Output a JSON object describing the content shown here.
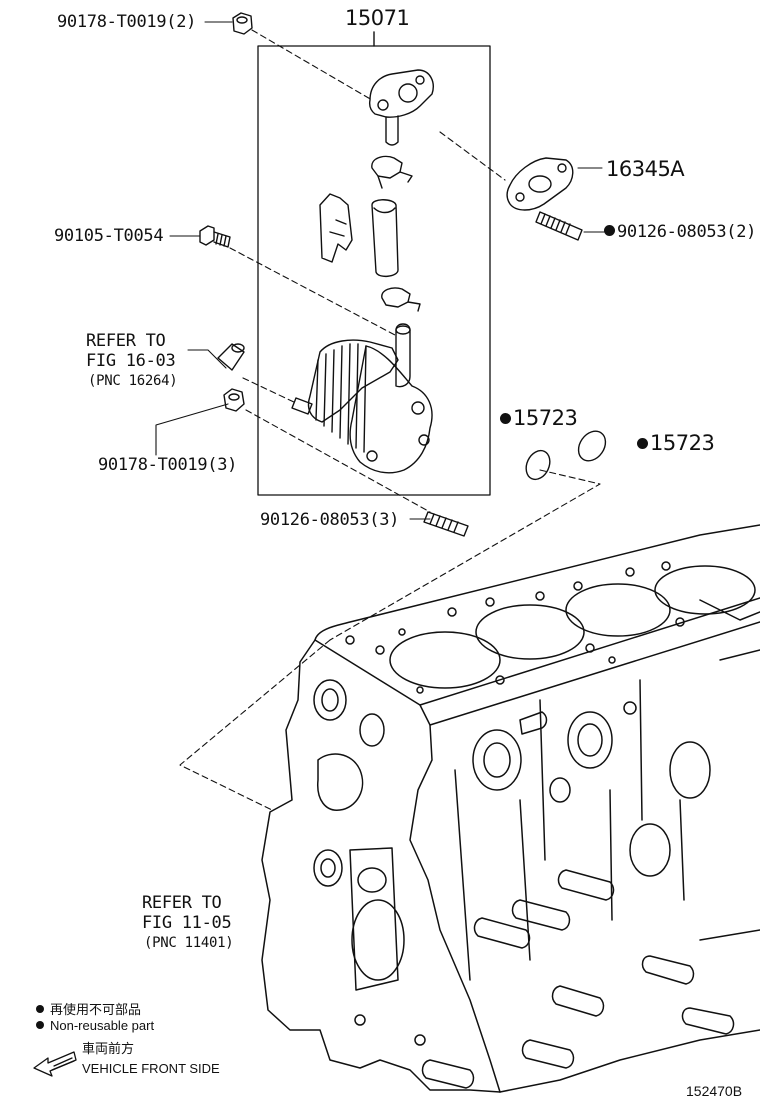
{
  "parts": {
    "assembly": "15071",
    "nut_top": "90178-T0019(2)",
    "gasket": "16345A",
    "stud_right": "90126-08053(2)",
    "bolt_left": "90105-T0054",
    "oring_a": "15723",
    "oring_b": "15723",
    "nut_bottom": "90178-T0019(3)",
    "stud_bottom": "90126-08053(3)"
  },
  "refs": {
    "ref1_line1": "REFER TO",
    "ref1_line2": "FIG 16-03",
    "ref1_line3": "(PNC 16264)",
    "ref2_line1": "REFER TO",
    "ref2_line2": "FIG 11-05",
    "ref2_line3": "(PNC 11401)"
  },
  "legend": {
    "nonreusable_ja": "再使用不可部品",
    "nonreusable_en": "Non-reusable part",
    "front_ja": "車両前方",
    "front_en": "VEHICLE FRONT SIDE"
  },
  "diagram_id": "152470B",
  "icons": [
    "nonreusable-dot-icon",
    "front-arrow-icon"
  ]
}
